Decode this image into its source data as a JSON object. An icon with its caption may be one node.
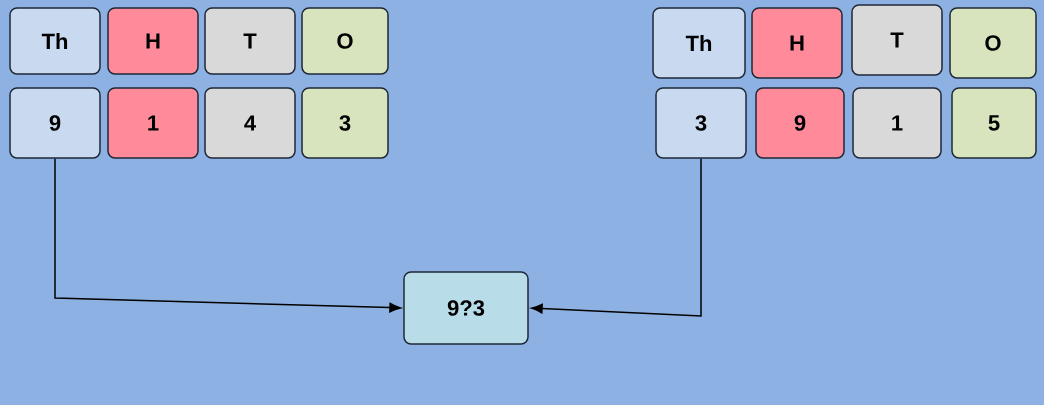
{
  "diagram": {
    "nodes": [
      {
        "text": [
          "Th"
        ]
      },
      {
        "text": [
          "H"
        ]
      },
      {
        "text": [
          "T"
        ]
      },
      {
        "text": [
          "O"
        ]
      },
      {
        "text": [
          "9"
        ]
      },
      {
        "text": [
          "1"
        ]
      },
      {
        "text": [
          "4"
        ]
      },
      {
        "text": [
          "3"
        ]
      },
      {
        "text": [
          "Th"
        ]
      },
      {
        "text": [
          "H"
        ]
      },
      {
        "text": [
          "T"
        ]
      },
      {
        "text": [
          "O"
        ]
      },
      {
        "text": [
          "3"
        ]
      },
      {
        "text": [
          "9"
        ]
      },
      {
        "text": [
          "1"
        ]
      },
      {
        "text": [
          "5"
        ]
      },
      {
        "text": [
          "9?3"
        ]
      }
    ],
    "edges": [
      {
        "from": 4,
        "to": 16,
        "arrow": "to"
      },
      {
        "from": 12,
        "to": 16,
        "arrow": "to"
      }
    ]
  }
}
